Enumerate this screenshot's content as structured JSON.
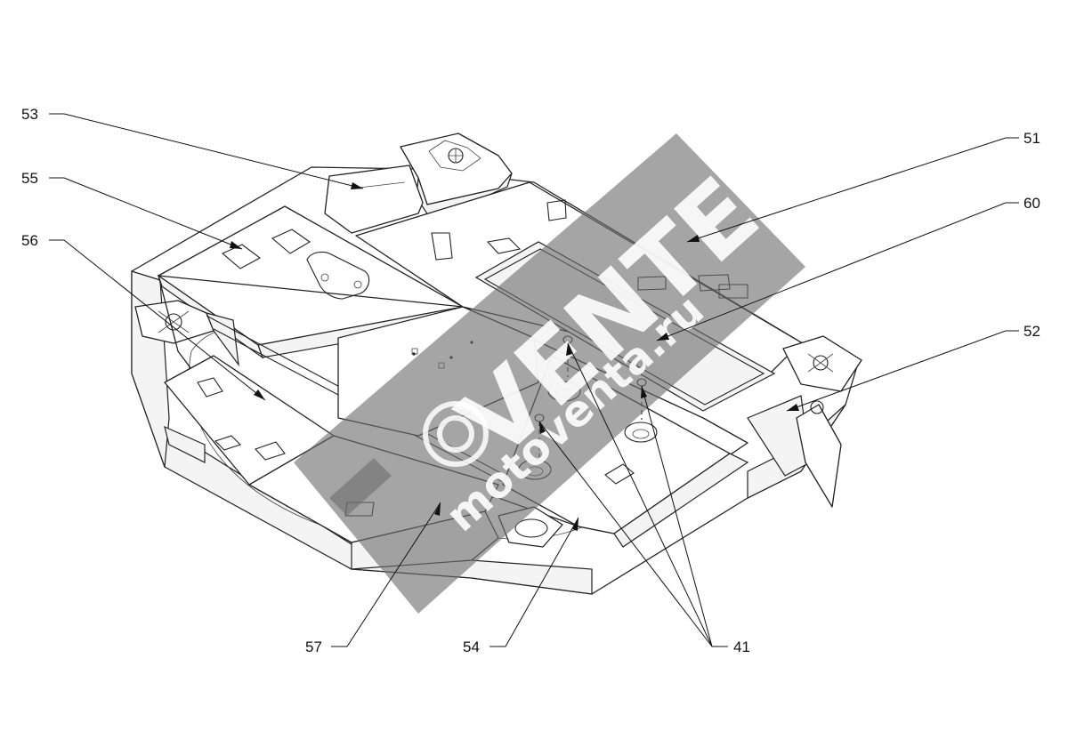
{
  "callouts": {
    "c51": "51",
    "c52": "52",
    "c53": "53",
    "c55": "55",
    "c56": "56",
    "c60": "60",
    "c57": "57",
    "c54": "54",
    "c41": "41"
  },
  "watermark": {
    "brand": "VENTE",
    "site": "motoventa.ru",
    "color": "#6e6e6e"
  }
}
